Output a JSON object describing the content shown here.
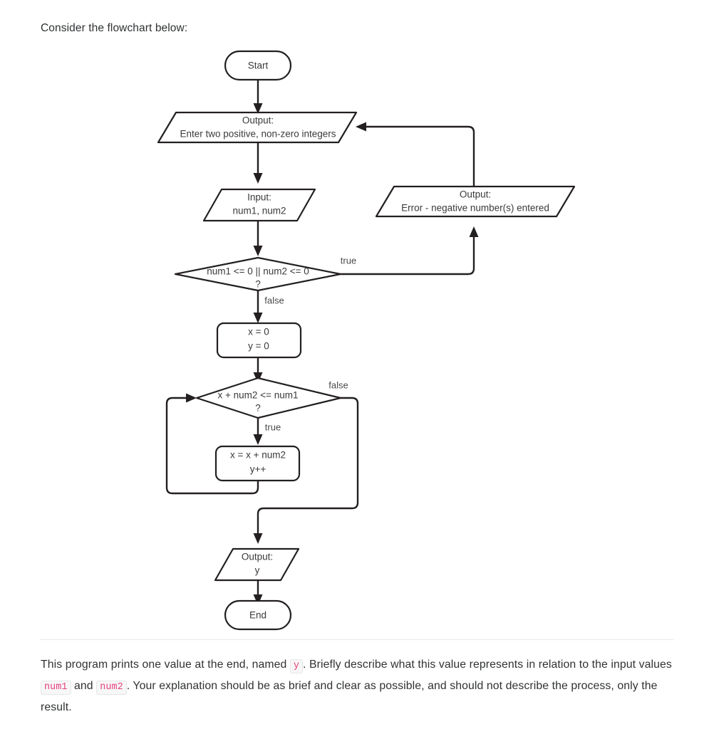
{
  "intro": {
    "text": "Consider the flowchart below:"
  },
  "flowchart": {
    "title": "program-flowchart",
    "colors": {
      "stroke": "#231f20",
      "fill": "#ffffff",
      "text": "#3a3a3a"
    },
    "nodes": [
      {
        "id": "start",
        "type": "terminator",
        "lines": [
          "Start"
        ]
      },
      {
        "id": "prompt",
        "type": "parallelogram",
        "lines": [
          "Output:",
          "Enter two positive, non-zero integers"
        ]
      },
      {
        "id": "input",
        "type": "parallelogram",
        "lines": [
          "Input:",
          "num1, num2"
        ]
      },
      {
        "id": "check",
        "type": "decision",
        "lines": [
          "num1 <= 0 || num2 <= 0",
          "?"
        ]
      },
      {
        "id": "error",
        "type": "parallelogram",
        "lines": [
          "Output:",
          "Error - negative number(s) entered"
        ]
      },
      {
        "id": "init",
        "type": "process",
        "lines": [
          "x = 0",
          "y = 0"
        ]
      },
      {
        "id": "loop",
        "type": "decision",
        "lines": [
          "x + num2 <= num1",
          "?"
        ]
      },
      {
        "id": "body",
        "type": "process",
        "lines": [
          "x = x + num2",
          "y++"
        ]
      },
      {
        "id": "print",
        "type": "parallelogram",
        "lines": [
          "Output:",
          "y"
        ]
      },
      {
        "id": "end",
        "type": "terminator",
        "lines": [
          "End"
        ]
      }
    ],
    "edge_labels": [
      {
        "id": "check-true",
        "text": "true"
      },
      {
        "id": "check-false",
        "text": "false"
      },
      {
        "id": "loop-false",
        "text": "false"
      },
      {
        "id": "loop-true",
        "text": "true"
      }
    ]
  },
  "closing": {
    "part1": "This program prints one value at the end, named ",
    "code_y": "y",
    "part2": ". Briefly describe what this value represents in relation to the input values ",
    "code_num1": "num1",
    "part3": " and ",
    "code_num2": "num2",
    "part4": ". Your explanation should be as brief and clear as possible, and should not describe the process, only the result."
  }
}
